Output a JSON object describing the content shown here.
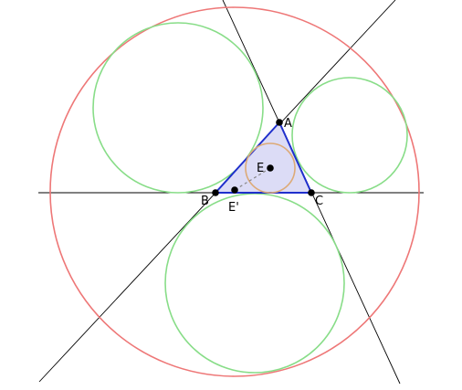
{
  "colors": {
    "circumcircle": "#ee7777",
    "excircles": "#88dd88",
    "incircle": "#ddaa77",
    "triangle_stroke": "#1f2fcc",
    "triangle_fill": "#dcdcf6",
    "lines": "#000000",
    "points": "#000000",
    "dashed_segment": "#888888"
  },
  "labels": {
    "A": "A",
    "B": "B",
    "C": "C",
    "E": "E",
    "E_prime": "E'"
  }
}
